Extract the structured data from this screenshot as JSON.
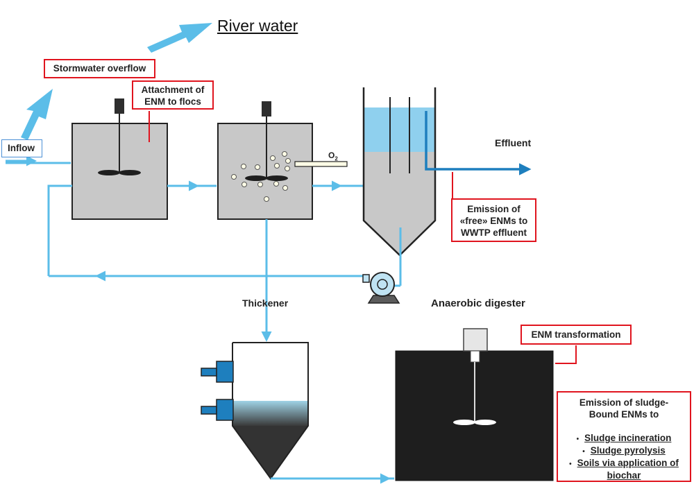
{
  "labels": {
    "river_water": "River water",
    "stormwater_overflow": "Stormwater overflow",
    "attachment": [
      "Attachment of",
      "ENM to flocs"
    ],
    "inflow": "Inflow",
    "o2": "O",
    "o2_sub": "2",
    "effluent": "Effluent",
    "emission_free": [
      "Emission of",
      "«free» ENMs to",
      "WWTP effluent"
    ],
    "thickener": "Thickener",
    "anaerobic_digester": "Anaerobic digester",
    "enm_transformation": "ENM transformation",
    "emission_sludge_title": [
      "Emission of sludge-",
      "Bound ENMs to"
    ],
    "emission_sludge_items": [
      "Sludge incineration",
      "Sludge pyrolysis",
      "Soils via application of",
      "biochar"
    ]
  },
  "colors": {
    "pipe": "#5bbde8",
    "effluent_pipe": "#1e7fbe",
    "tank_fill": "#c8c8c8",
    "water": "#8fd0ee",
    "digester": "#1e1e1e",
    "callout_border": "#e0141e",
    "motor": "#2e2e2e",
    "valve": "#1e7fbe"
  },
  "icons": [
    "mixer-icon",
    "pump-icon",
    "arrow-icon",
    "bubble-icon"
  ]
}
